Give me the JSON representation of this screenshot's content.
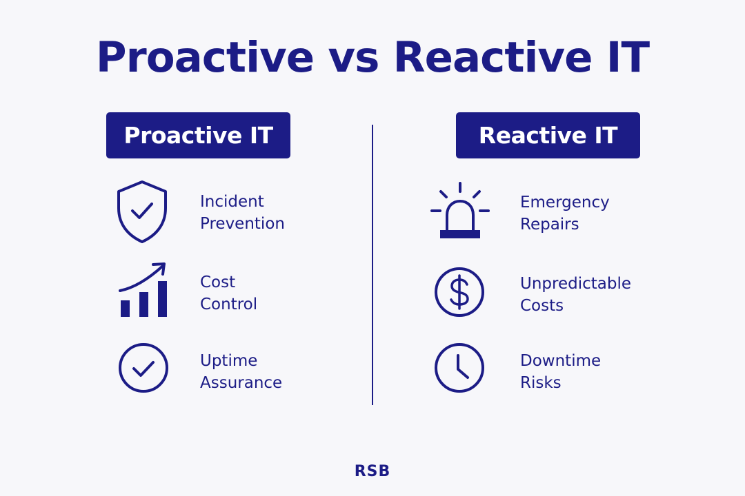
{
  "title": "Proactive vs Reactive IT",
  "left": {
    "heading": "Proactive IT",
    "items": [
      {
        "icon": "shield-check-icon",
        "line1": "Incident",
        "line2": "Prevention"
      },
      {
        "icon": "growth-chart-icon",
        "line1": "Cost",
        "line2": "Control"
      },
      {
        "icon": "check-circle-icon",
        "line1": "Uptime",
        "line2": "Assurance"
      }
    ]
  },
  "right": {
    "heading": "Reactive IT",
    "items": [
      {
        "icon": "alarm-siren-icon",
        "line1": "Emergency",
        "line2": "Repairs"
      },
      {
        "icon": "dollar-circle-icon",
        "line1": "Unpredictable",
        "line2": "Costs"
      },
      {
        "icon": "clock-icon",
        "line1": "Downtime",
        "line2": "Risks"
      }
    ]
  },
  "footer": {
    "logo": "RSB"
  },
  "colors": {
    "primary": "#1c1c86",
    "background": "#f7f7fa"
  }
}
